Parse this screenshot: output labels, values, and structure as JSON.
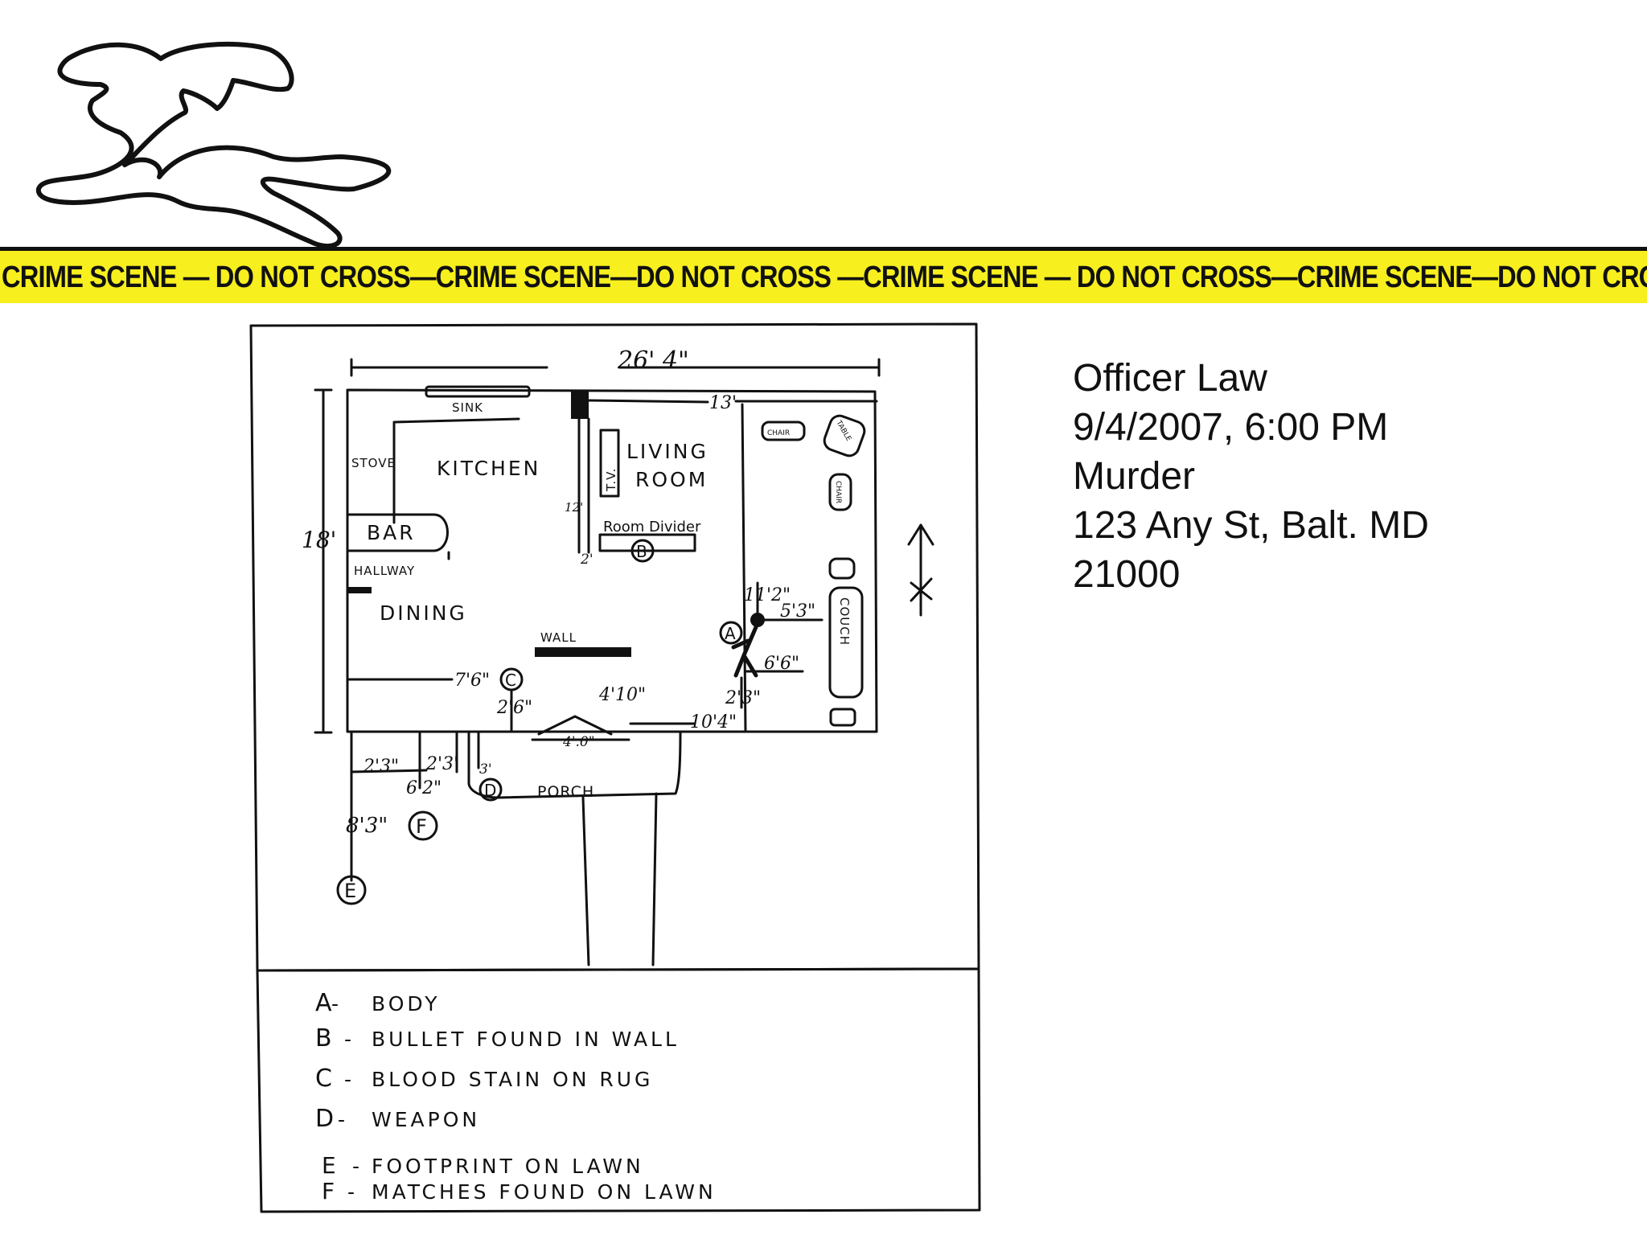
{
  "tape": {
    "text": "CRIME SCENE — DO NOT CROSS—CRIME SCENE—DO NOT CROSS —CRIME SCENE — DO NOT CROSS—CRIME SCENE—DO NOT CROSS",
    "color": "#f7ef1e"
  },
  "report": {
    "officer": "Officer Law",
    "datetime": "9/4/2007, 6:00 PM",
    "crime": "Murder",
    "address": "123 Any St, Balt. MD",
    "zip": "21000"
  },
  "floorplan": {
    "rooms": {
      "kitchen": "KITCHEN",
      "living_room_1": "LIVING",
      "living_room_2": "ROOM",
      "dining": "DINING",
      "porch": "PORCH",
      "hallway": "HALLWAY"
    },
    "fixtures": {
      "sink": "SINK",
      "stove": "STOVE",
      "bar": "BAR",
      "tv": "T.V.",
      "room_divider": "Room Divider",
      "wall": "WALL",
      "chair_1": "CHAIR",
      "chair_2": "CHAIR",
      "table": "TABLE",
      "couch": "COUCH"
    },
    "north": "N",
    "measurements": {
      "width": "26' 4\"",
      "height": "18'",
      "m13": "13'",
      "m12": "12'",
      "m2": "2'",
      "m11_2": "11'2\"",
      "m5_3": "5'3\"",
      "m6_6": "6'6\"",
      "m7_6": "7'6\"",
      "m2_6": "2'6\"",
      "m4_10": "4'10\"",
      "m2_3a": "2'3\"",
      "m10_4": "10'4\"",
      "m4_0": "4'.0\"",
      "m2_3b": "2'3\"",
      "m2_3c": "2'3'",
      "m3": "3'",
      "m6_2": "6'2\"",
      "m8_3": "8'3\""
    },
    "markers": {
      "a": "A",
      "b": "B",
      "c": "C",
      "d": "D",
      "e": "E",
      "f": "F"
    }
  },
  "legend": [
    {
      "key": "A",
      "text": "BODY"
    },
    {
      "key": "B",
      "text": "BULLET FOUND IN WALL"
    },
    {
      "key": "C",
      "text": "BLOOD STAIN ON RUG"
    },
    {
      "key": "D",
      "text": "WEAPON"
    },
    {
      "key": "E",
      "text": "FOOTPRINT ON LAWN"
    },
    {
      "key": "F",
      "text": "MATCHES FOUND ON LAWN"
    }
  ]
}
